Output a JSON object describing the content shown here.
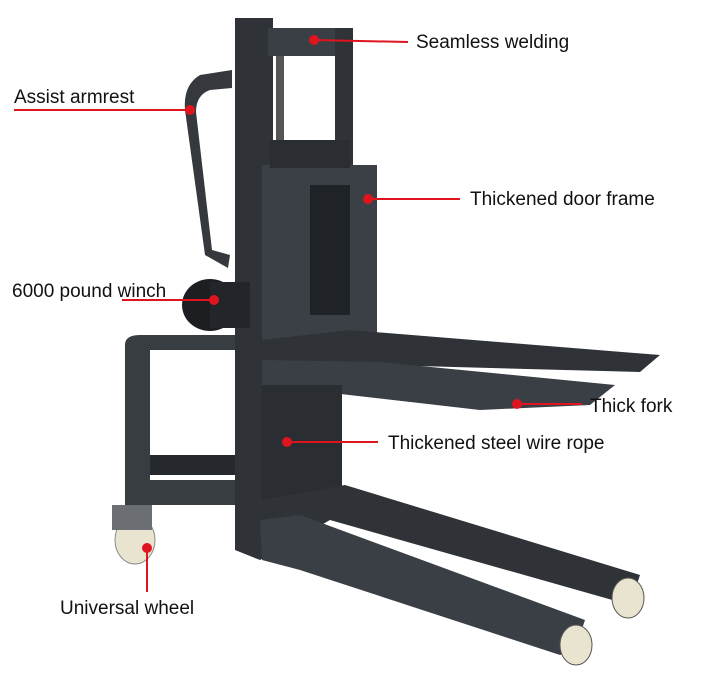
{
  "labels": {
    "seamless_welding": "Seamless welding",
    "assist_armrest": "Assist armrest",
    "door_frame": "Thickened door frame",
    "winch": "6000 pound winch",
    "thick_fork": "Thick fork",
    "wire_rope": "Thickened steel wire rope",
    "universal_wheel": "Universal wheel"
  },
  "colors": {
    "callout": "#e0141e",
    "body": "#2f3338",
    "body_light": "#454a50",
    "wheel": "#e9e4cf"
  }
}
